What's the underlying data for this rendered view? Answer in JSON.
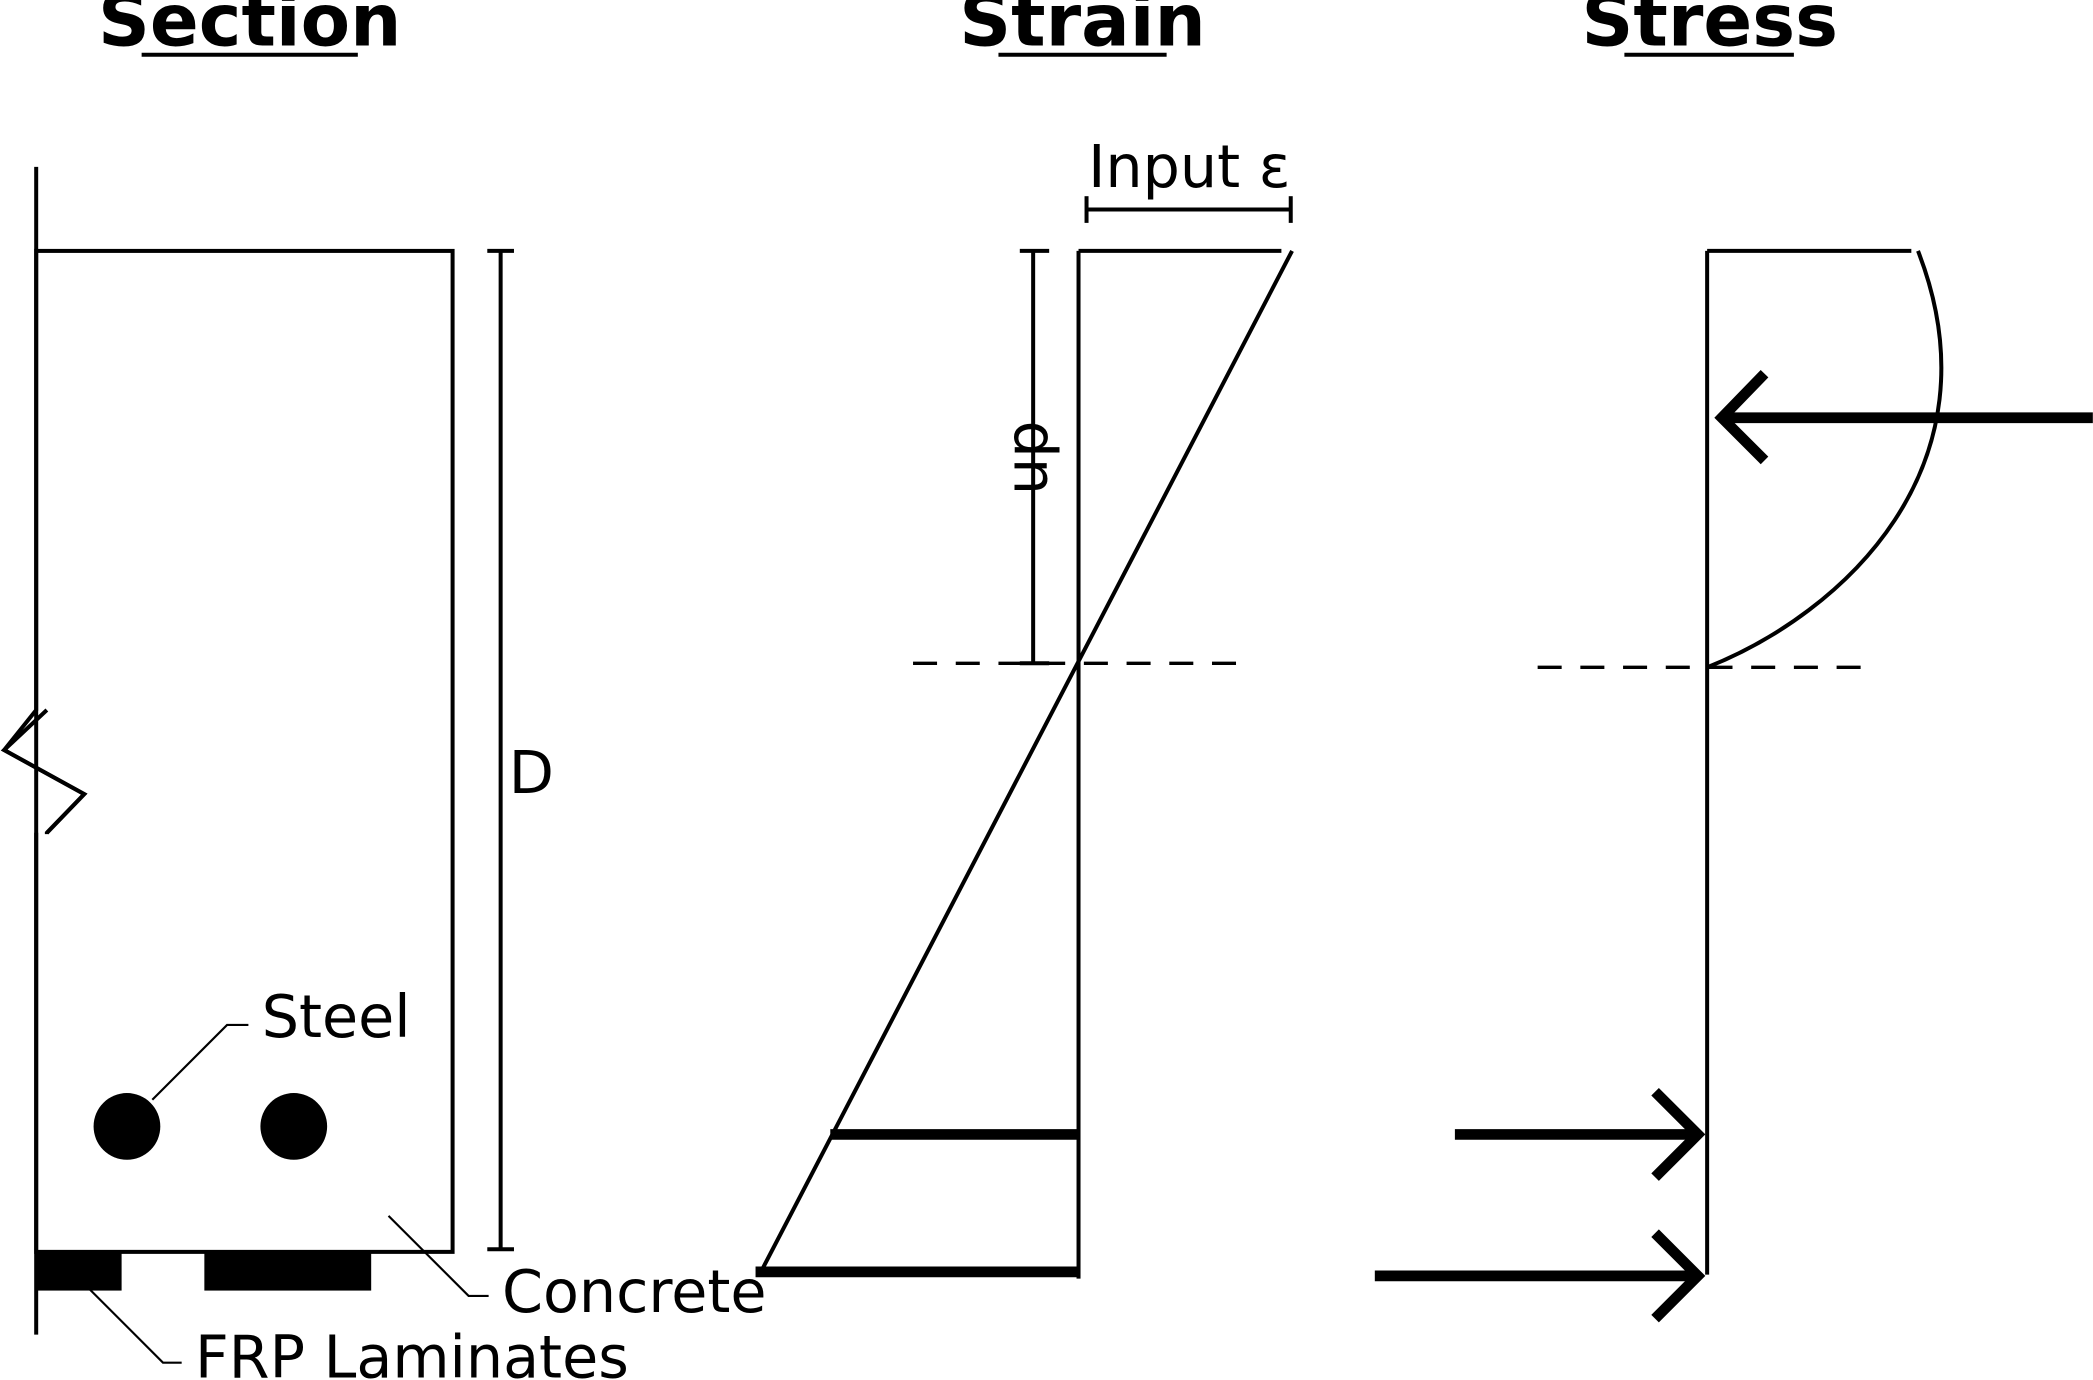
{
  "panels": {
    "section": {
      "title": "Section",
      "dimension_label": "D",
      "callouts": {
        "steel": "Steel",
        "concrete": "Concrete",
        "frp": "FRP Laminates"
      }
    },
    "strain": {
      "title": "Strain",
      "input_label": "Input ε",
      "depth_label": "dn"
    },
    "stress": {
      "title": "Stress"
    }
  }
}
